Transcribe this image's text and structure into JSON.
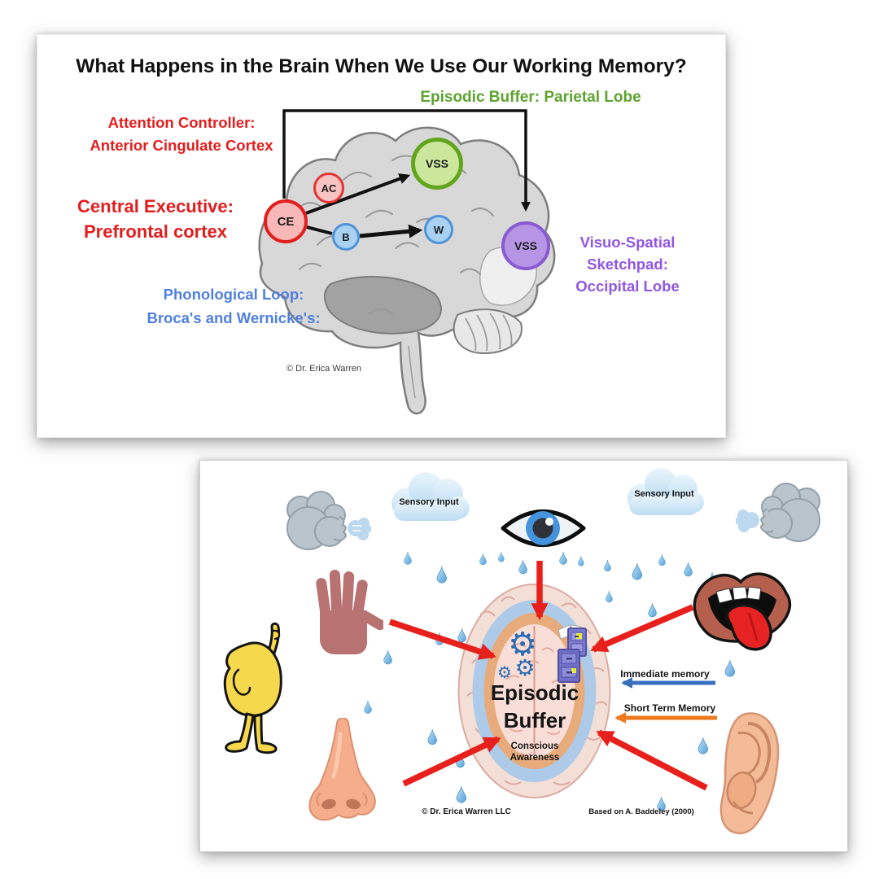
{
  "card1": {
    "title": "What Happens in the Brain When We Use Our Working Memory?",
    "labels": {
      "episodic_buffer": "Episodic Buffer: Parietal Lobe",
      "attention_controller": "Attention Controller:\nAnterior Cingulate Cortex",
      "central_executive": "Central Executive:\nPrefrontal cortex",
      "phonological_loop": "Phonological Loop:\nBroca's and Wernicke's:",
      "visuo_spatial": "Visuo-Spatial\nSketchpad:\nOccipital Lobe",
      "copyright": "© Dr. Erica Warren"
    },
    "nodes": [
      {
        "id": "ce",
        "label": "CE"
      },
      {
        "id": "ac",
        "label": "AC"
      },
      {
        "id": "b",
        "label": "B"
      },
      {
        "id": "w",
        "label": "W"
      },
      {
        "id": "vss-parietal",
        "label": "VSS"
      },
      {
        "id": "vss-occipital",
        "label": "VSS"
      }
    ],
    "colors": {
      "title": "#111111",
      "red": "#e31d1d",
      "green": "#5ea32f",
      "blue": "#4f7fe0",
      "purple": "#9156e2",
      "node_red_fill": "#f9b8b8",
      "node_blue_fill": "#a9d2f2",
      "node_green_fill": "#cbe79c",
      "node_green_border": "#62a51c",
      "node_purple_fill": "#b795e5",
      "node_purple_border": "#8a5ad2"
    }
  },
  "card2": {
    "cloud_left": "Sensory Input",
    "cloud_right": "Sensory Input",
    "center_title": "Episodic\nBuffer",
    "center_subtitle": "Conscious\nAwareness",
    "immediate_memory": "Immediate memory",
    "short_term_memory": "Short Term Memory",
    "copyright": "© Dr. Erica Warren LLC",
    "attribution": "Based on A. Baddeley (2000)",
    "gear_glyph": "⚙",
    "colors": {
      "arrow_red": "#e8201c",
      "arrow_blue": "#3a6fc0",
      "arrow_orange": "#f0791e",
      "ring_blue": "#adcbe9",
      "ring_tan": "#e7ab7c",
      "ring_pink": "#f9ded8"
    }
  }
}
